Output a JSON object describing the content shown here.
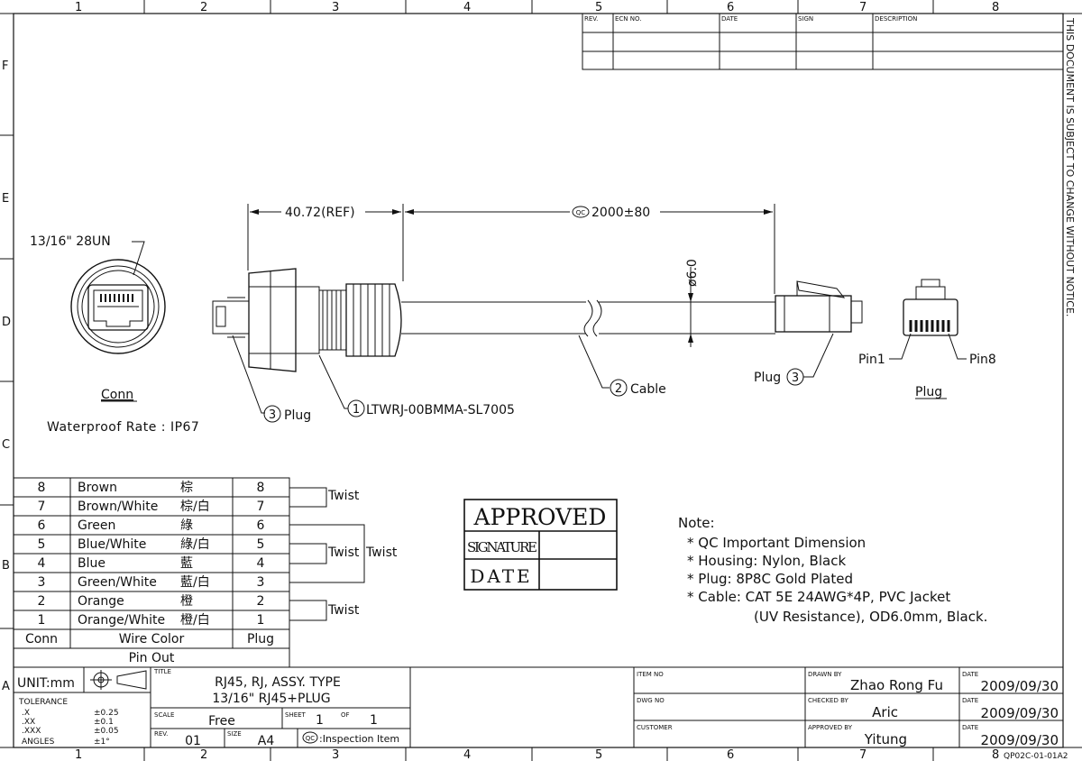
{
  "zones": {
    "columns": [
      "1",
      "2",
      "3",
      "4",
      "5",
      "6",
      "7",
      "8"
    ],
    "rows": [
      "F",
      "E",
      "D",
      "C",
      "B",
      "A"
    ]
  },
  "revision_table": {
    "headers": [
      "REV.",
      "ECN NO.",
      "DATE",
      "SIGN",
      "DESCRIPTION"
    ]
  },
  "side_note": "THIS DOCUMENT IS SUBJECT TO CHANGE WITHOUT NOTICE.",
  "connector_view": {
    "thread_label": "13/16\" 28UN",
    "title": "Conn",
    "waterproof": "Waterproof Rate : IP67"
  },
  "dimensions": {
    "ref_length": "40.72(REF)",
    "qc_mark": "QC",
    "cable_length": "2000±80",
    "diameter": "ø6.0"
  },
  "callouts": [
    {
      "num": "3",
      "label": "Plug"
    },
    {
      "num": "1",
      "label": "LTWRJ-00BMMA-SL7005"
    },
    {
      "num": "2",
      "label": "Cable"
    },
    {
      "num": "3",
      "label": "Plug"
    }
  ],
  "plug_view": {
    "pin1": "Pin1",
    "pin8": "Pin8",
    "title": "Plug"
  },
  "pinout": {
    "rows": [
      {
        "conn": "8",
        "color": "Brown",
        "chinese": "棕",
        "plug": "8"
      },
      {
        "conn": "7",
        "color": "Brown/White",
        "chinese": "棕/白",
        "plug": "7"
      },
      {
        "conn": "6",
        "color": "Green",
        "chinese": "綠",
        "plug": "6"
      },
      {
        "conn": "5",
        "color": "Blue/White",
        "chinese": "綠/白",
        "plug": "5"
      },
      {
        "conn": "4",
        "color": "Blue",
        "chinese": "藍",
        "plug": "4"
      },
      {
        "conn": "3",
        "color": "Green/White",
        "chinese": "藍/白",
        "plug": "3"
      },
      {
        "conn": "2",
        "color": "Orange",
        "chinese": "橙",
        "plug": "2"
      },
      {
        "conn": "1",
        "color": "Orange/White",
        "chinese": "橙/白",
        "plug": "1"
      }
    ],
    "headers": {
      "conn": "Conn",
      "color": "Wire Color",
      "plug": "Plug"
    },
    "footer": "Pin Out",
    "twist": "Twist"
  },
  "approval_stamp": {
    "approved": "APPROVED",
    "signature": "SIGNATURE",
    "date": "DATE"
  },
  "notes": {
    "heading": "Note:",
    "lines": [
      "* QC Important Dimension",
      "* Housing: Nylon, Black",
      "* Plug: 8P8C Gold Plated",
      "* Cable: CAT 5E 24AWG*4P, PVC Jacket",
      "(UV Resistance), OD6.0mm, Black."
    ]
  },
  "title_block": {
    "unit": "UNIT:mm",
    "tolerance_label": "TOLERANCE",
    "tolerances": [
      {
        "k": ".X",
        "v": "±0.25"
      },
      {
        "k": ".XX",
        "v": "±0.1"
      },
      {
        "k": ".XXX",
        "v": "±0.05"
      },
      {
        "k": "ANGLES",
        "v": "±1°"
      }
    ],
    "title_label": "TITLE",
    "title_line1": "RJ45, RJ, ASSY. TYPE",
    "title_line2": "13/16\" RJ45+PLUG",
    "scale_label": "SCALE",
    "scale": "Free",
    "sheet_label": "SHEET",
    "sheet": "1",
    "of_label": "OF",
    "of": "1",
    "rev_label": "REV.",
    "rev": "01",
    "size_label": "SIZE",
    "size": "A4",
    "inspection": ":Inspection Item",
    "item_no_label": "ITEM NO",
    "dwg_no_label": "DWG NO",
    "customer_label": "CUSTOMER",
    "drawn_by_label": "DRAWN BY",
    "drawn_by": "Zhao Rong Fu",
    "checked_by_label": "CHECKED BY",
    "checked_by": "Aric",
    "approved_by_label": "APPROVED BY",
    "approved_by": "Yitung",
    "date_label": "DATE",
    "dates": [
      "2009/09/30",
      "2009/09/30",
      "2009/09/30"
    ],
    "doc_code": "QP02C-01-01A2"
  }
}
